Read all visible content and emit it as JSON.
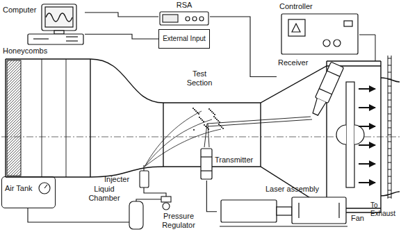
{
  "diagram": {
    "nodes": [
      {
        "text": [
          "Computer"
        ]
      },
      {
        "text": [
          "RSA"
        ]
      },
      {
        "text": [
          "External Input"
        ]
      },
      {
        "text": [
          "Receiver"
        ]
      },
      {
        "text": [
          "Controller"
        ]
      },
      {
        "text": [
          "Transmitter"
        ]
      },
      {
        "text": [
          "Laser assembly"
        ]
      },
      {
        "text": [
          "Air Tank"
        ]
      }
    ],
    "edges": [
      {
        "from": 0,
        "to": 1,
        "arrow": "none"
      },
      {
        "from": 0,
        "to": 2,
        "arrow": "none"
      },
      {
        "from": 1,
        "to": 3,
        "arrow": "none"
      },
      {
        "from": 5,
        "to": 6,
        "arrow": "none"
      }
    ],
    "labels": [
      "Honeycombs",
      "Test Section",
      "Injecter",
      "Fan",
      "To Exhaust",
      "Liquid Chamber",
      "Pressure Regulator"
    ]
  }
}
